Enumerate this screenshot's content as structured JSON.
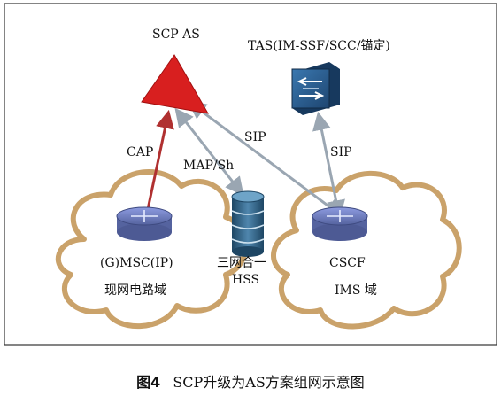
{
  "nodes": {
    "scp_as": "SCP AS",
    "tas": "TAS(IM-SSF/SCC/锚定)",
    "msc": "(G)MSC(IP)",
    "msc_domain": "现网电路域",
    "hss_line1": "三网合一",
    "hss_line2": "HSS",
    "cscf": "CSCF",
    "ims_domain": "IMS 域"
  },
  "links": {
    "cap": "CAP",
    "map_sh": "MAP/Sh",
    "sip_scp_cscf": "SIP",
    "sip_tas_cscf": "SIP"
  },
  "caption": {
    "number": "图4",
    "text": "SCP升级为AS方案组网示意图"
  },
  "colors": {
    "frame": "#333333",
    "cloud_stroke": "#caa26a",
    "scp_triangle": "#d81f1f",
    "cap_arrow": "#b03030",
    "link_arrow": "#9aa6b2",
    "router": "#6f7ec4",
    "hss": "#2f5e7f",
    "tas_box": "#2a5c8c"
  }
}
